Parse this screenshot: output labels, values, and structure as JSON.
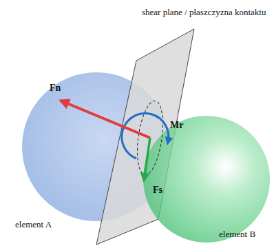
{
  "diagram": {
    "labels": [
      "shear plane / płaszczyzna kontaktu",
      "Fn",
      "Mr",
      "Fs",
      "element A",
      "element B"
    ]
  }
}
